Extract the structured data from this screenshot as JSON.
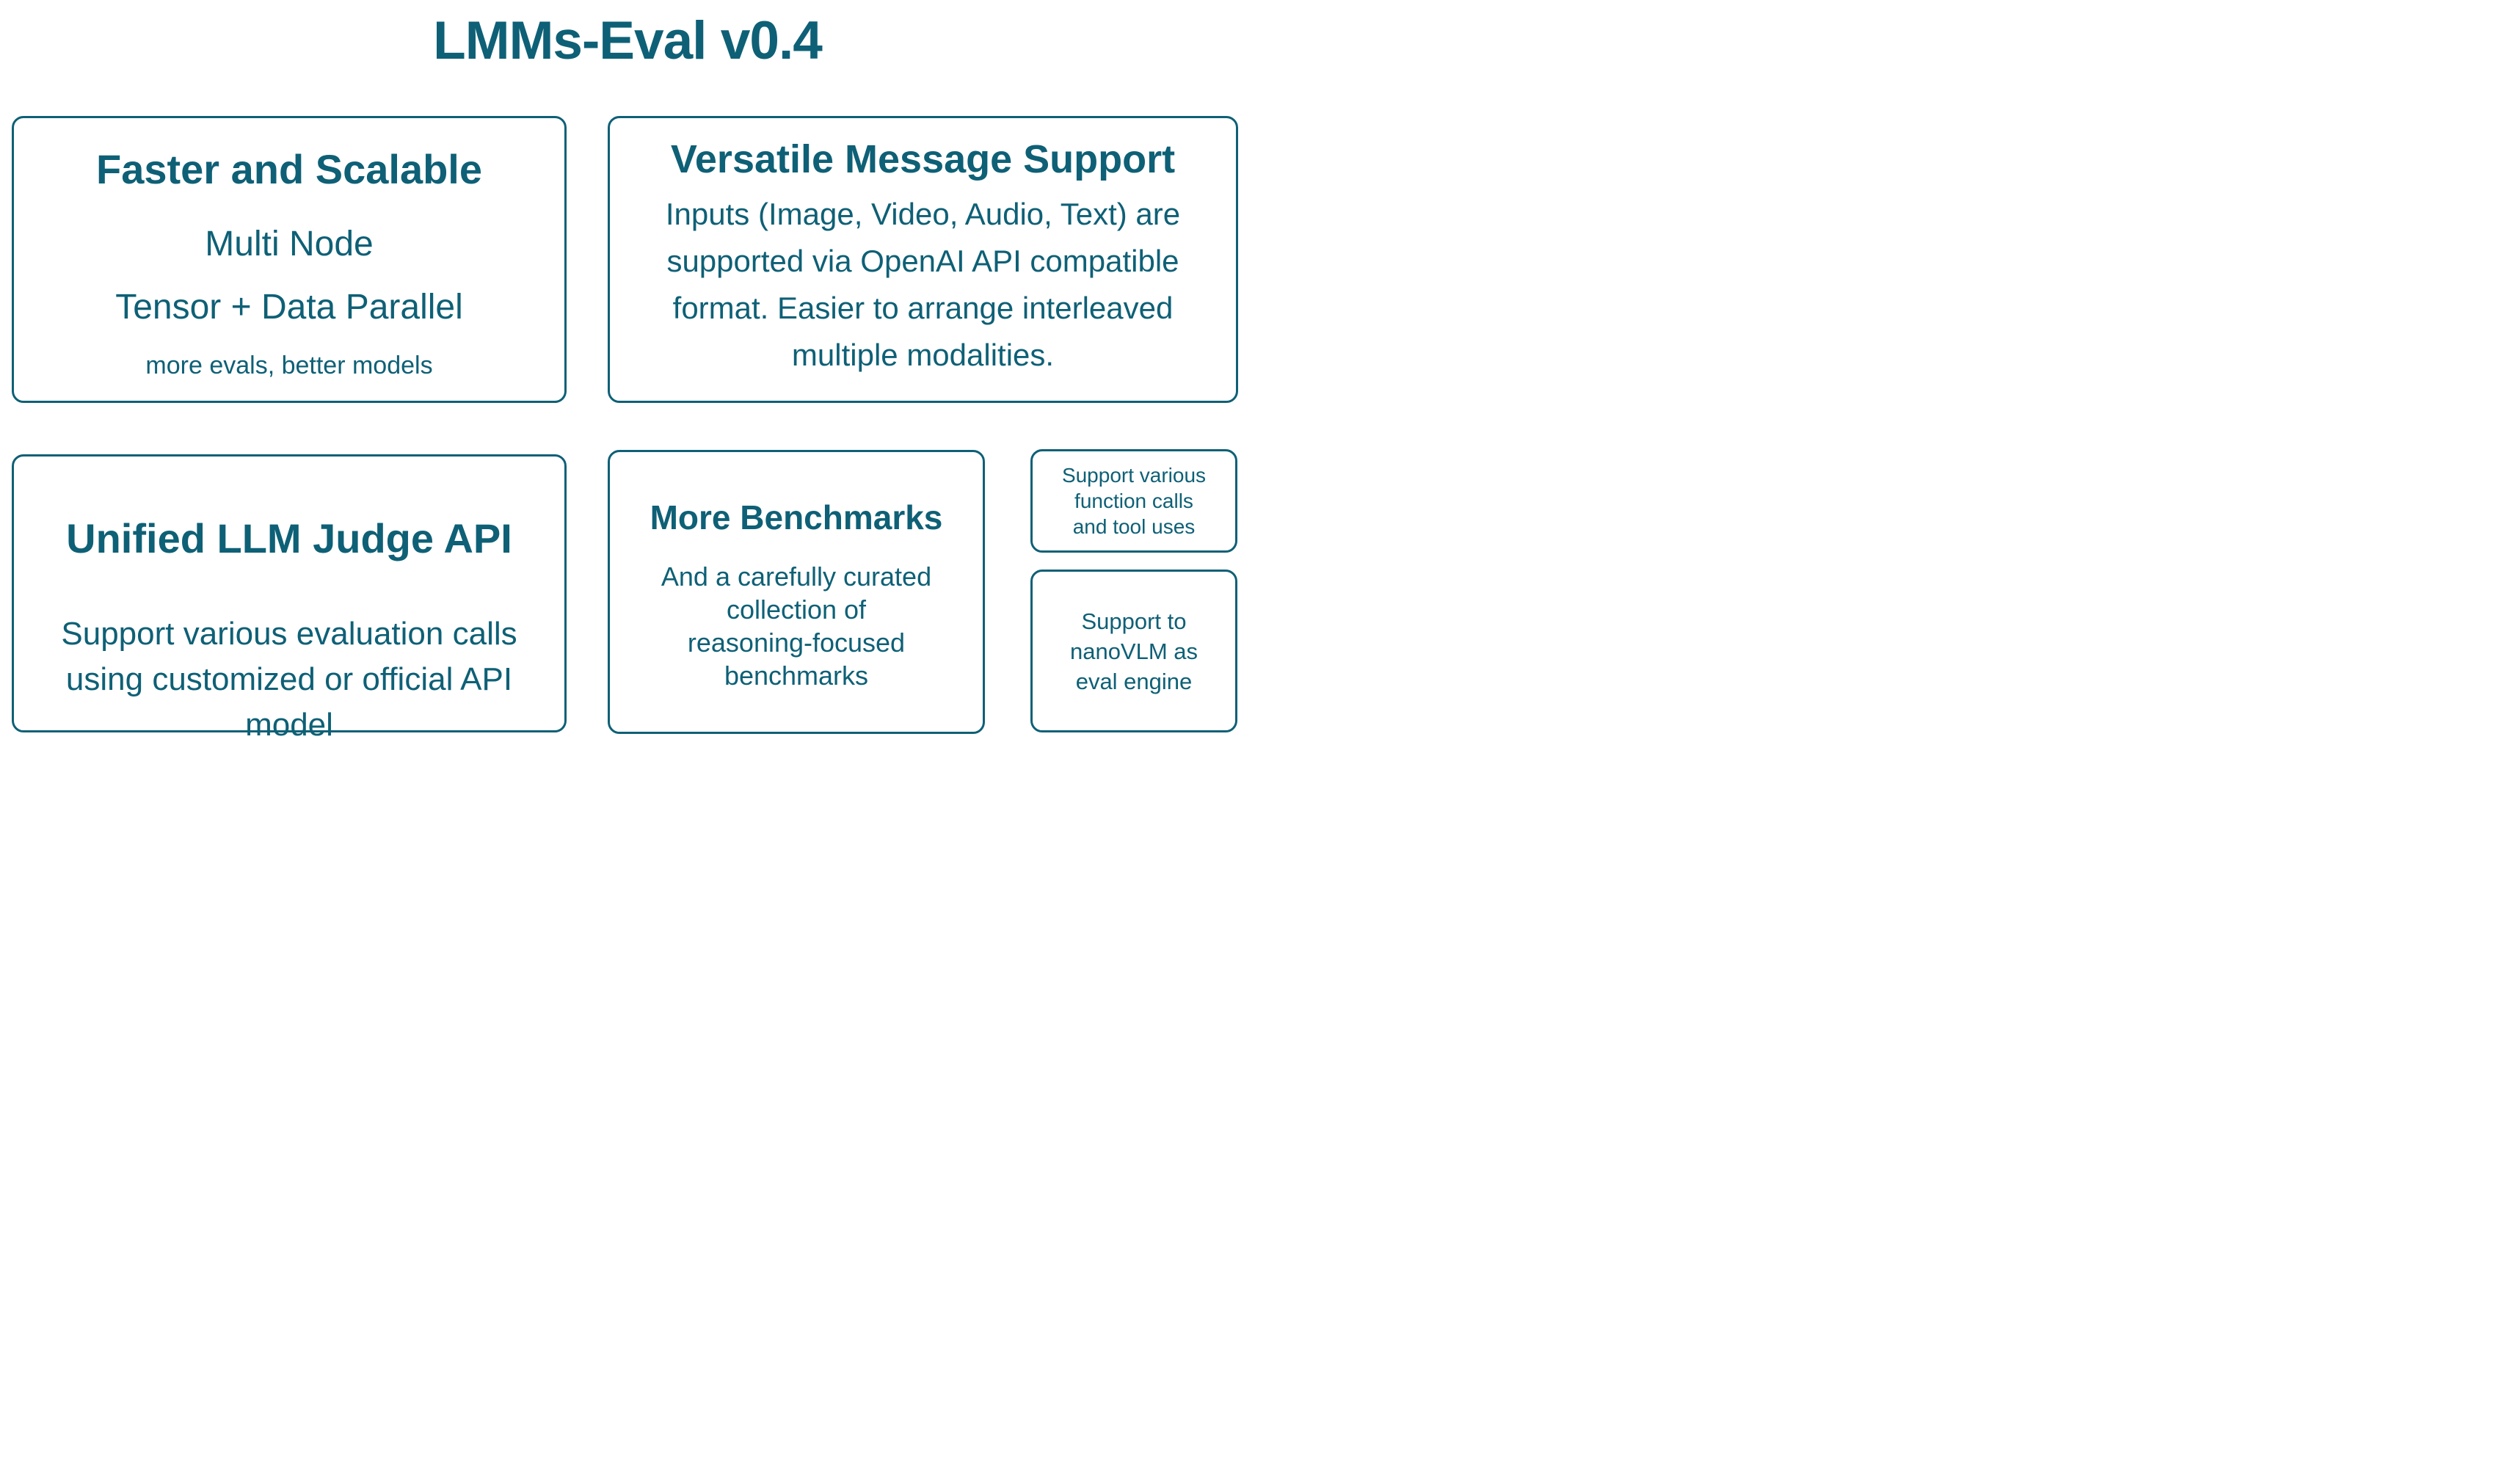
{
  "page": {
    "title": "LMMs-Eval v0.4",
    "accent_color": "#0e6076",
    "background_color": "#ffffff"
  },
  "cards": {
    "faster": {
      "heading": "Faster and Scalable",
      "line1": "Multi Node",
      "line2": "Tensor + Data Parallel",
      "note": "more evals, better models"
    },
    "versatile": {
      "heading": "Versatile Message Support",
      "body": "Inputs (Image, Video, Audio, Text) are\nsupported via OpenAI API compatible\nformat. Easier to arrange interleaved\nmultiple modalities."
    },
    "judge": {
      "heading": "Unified LLM Judge API",
      "body": "Support various evaluation calls\nusing customized or official API\nmodel"
    },
    "benchmarks": {
      "heading": "More Benchmarks",
      "body": "And a carefully curated\ncollection of\nreasoning-focused\nbenchmarks"
    },
    "function_calls": {
      "body": "Support various\nfunction calls\nand tool uses"
    },
    "nanovlm": {
      "body": "Support to\nnanoVLM as\neval engine"
    }
  }
}
